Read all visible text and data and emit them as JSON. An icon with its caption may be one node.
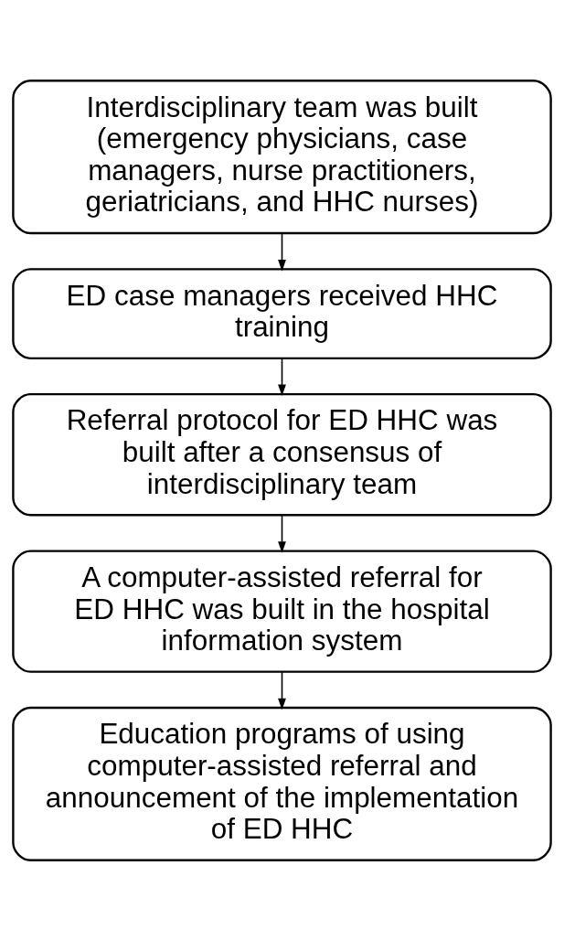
{
  "diagram": {
    "nodes": [
      {
        "text": [
          "Interdisciplinary team was built (emergency physicians, case managers, nurse practitioners, geriatricians, and HHC nurses)"
        ]
      },
      {
        "text": [
          "ED case managers received HHC training"
        ]
      },
      {
        "text": [
          "Referral protocol for ED HHC was built after a consensus of interdisciplinary team"
        ]
      },
      {
        "text": [
          "A computer-assisted referral for ED HHC was built in the hospital information system"
        ]
      },
      {
        "text": [
          "Education programs of using computer-assisted referral and announcement of the implementation of ED HHC"
        ]
      }
    ],
    "edges": [
      {
        "from": 0,
        "to": 1,
        "arrow": "to"
      },
      {
        "from": 1,
        "to": 2,
        "arrow": "to"
      },
      {
        "from": 2,
        "to": 3,
        "arrow": "to"
      },
      {
        "from": 3,
        "to": 4,
        "arrow": "to"
      }
    ]
  }
}
